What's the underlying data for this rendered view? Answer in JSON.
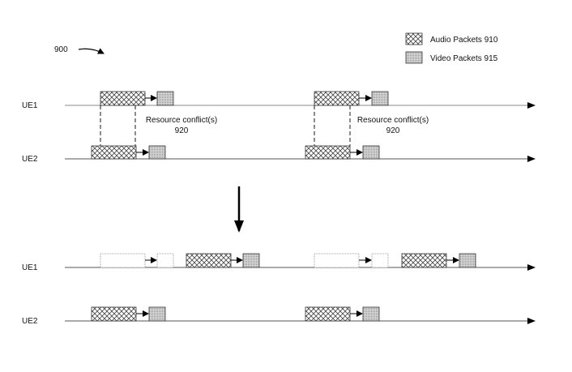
{
  "figure": {
    "ref_label": "900",
    "legend": {
      "audio": {
        "label": "Audio Packets 910",
        "pattern": "crosshatch"
      },
      "video": {
        "label": "Video Packets 915",
        "pattern": "dotted"
      }
    },
    "conflict_label_line1": "Resource conflict(s)",
    "conflict_label_line2": "920",
    "colors": {
      "line": "#000000",
      "axis": "#555555",
      "hatch": "#444444",
      "dot_fill": "#bbbbbb"
    }
  },
  "before": {
    "ue1": {
      "label": "UE1"
    },
    "ue2": {
      "label": "UE2"
    }
  },
  "after": {
    "ue1": {
      "label": "UE1"
    },
    "ue2": {
      "label": "UE2"
    }
  }
}
